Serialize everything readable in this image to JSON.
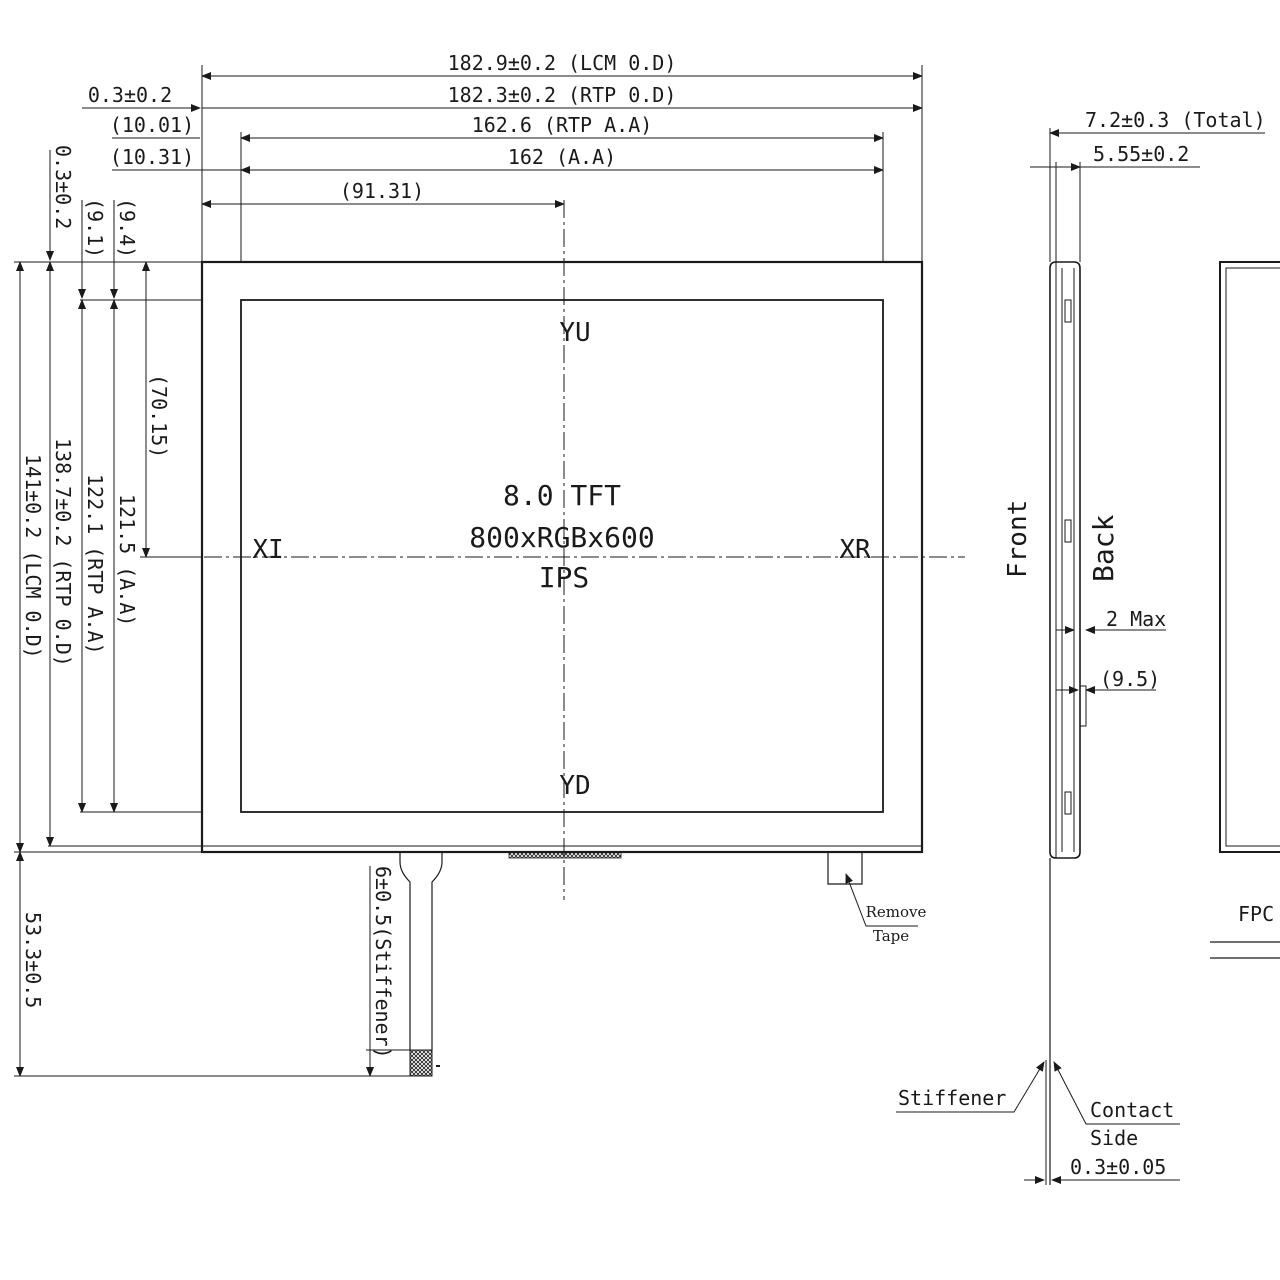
{
  "dimensions": {
    "lcm_od_width": "182.9±0.2 (LCM 0.D)",
    "rtp_od_width": "182.3±0.2 (RTP 0.D)",
    "rtp_aa_width": "162.6 (RTP A.A)",
    "aa_width": "162 (A.A)",
    "offset_03": "0.3±0.2",
    "offset_1001": "(10.01)",
    "offset_1031": "(10.31)",
    "center_x": "(91.31)",
    "top_offset": "0.3±0.2",
    "offset_91": "(9.1)",
    "offset_94": "(9.4)",
    "center_y": "(70.15)",
    "aa_height": "121.5 (A.A)",
    "rtp_aa_height": "122.1 (RTP A.A)",
    "rtp_od_height": "138.7±0.2 (RTP 0.D)",
    "lcm_od_height": "141±0.2 (LCM 0.D)",
    "fpc_length": "53.3±0.5",
    "stiffener_len": "6±0.5(Stiffener)",
    "total_thickness": "7.2±0.3 (Total)",
    "lcm_thickness": "5.55±0.2",
    "two_max": "2 Max",
    "side_95": "(9.5)",
    "fpc_thickness": "0.3±0.05"
  },
  "screen": {
    "title": "8.0 TFT",
    "resolution": "800xRGBx600",
    "type": "IPS"
  },
  "axes": {
    "yu": "YU",
    "yd": "YD",
    "xl": "XI",
    "xr": "XR"
  },
  "callouts": {
    "remove": "Remove",
    "tape": "Tape",
    "stiffener": "Stiffener",
    "contact": "Contact",
    "side": "Side",
    "front": "Front",
    "back": "Back",
    "fpc": "FPC"
  }
}
